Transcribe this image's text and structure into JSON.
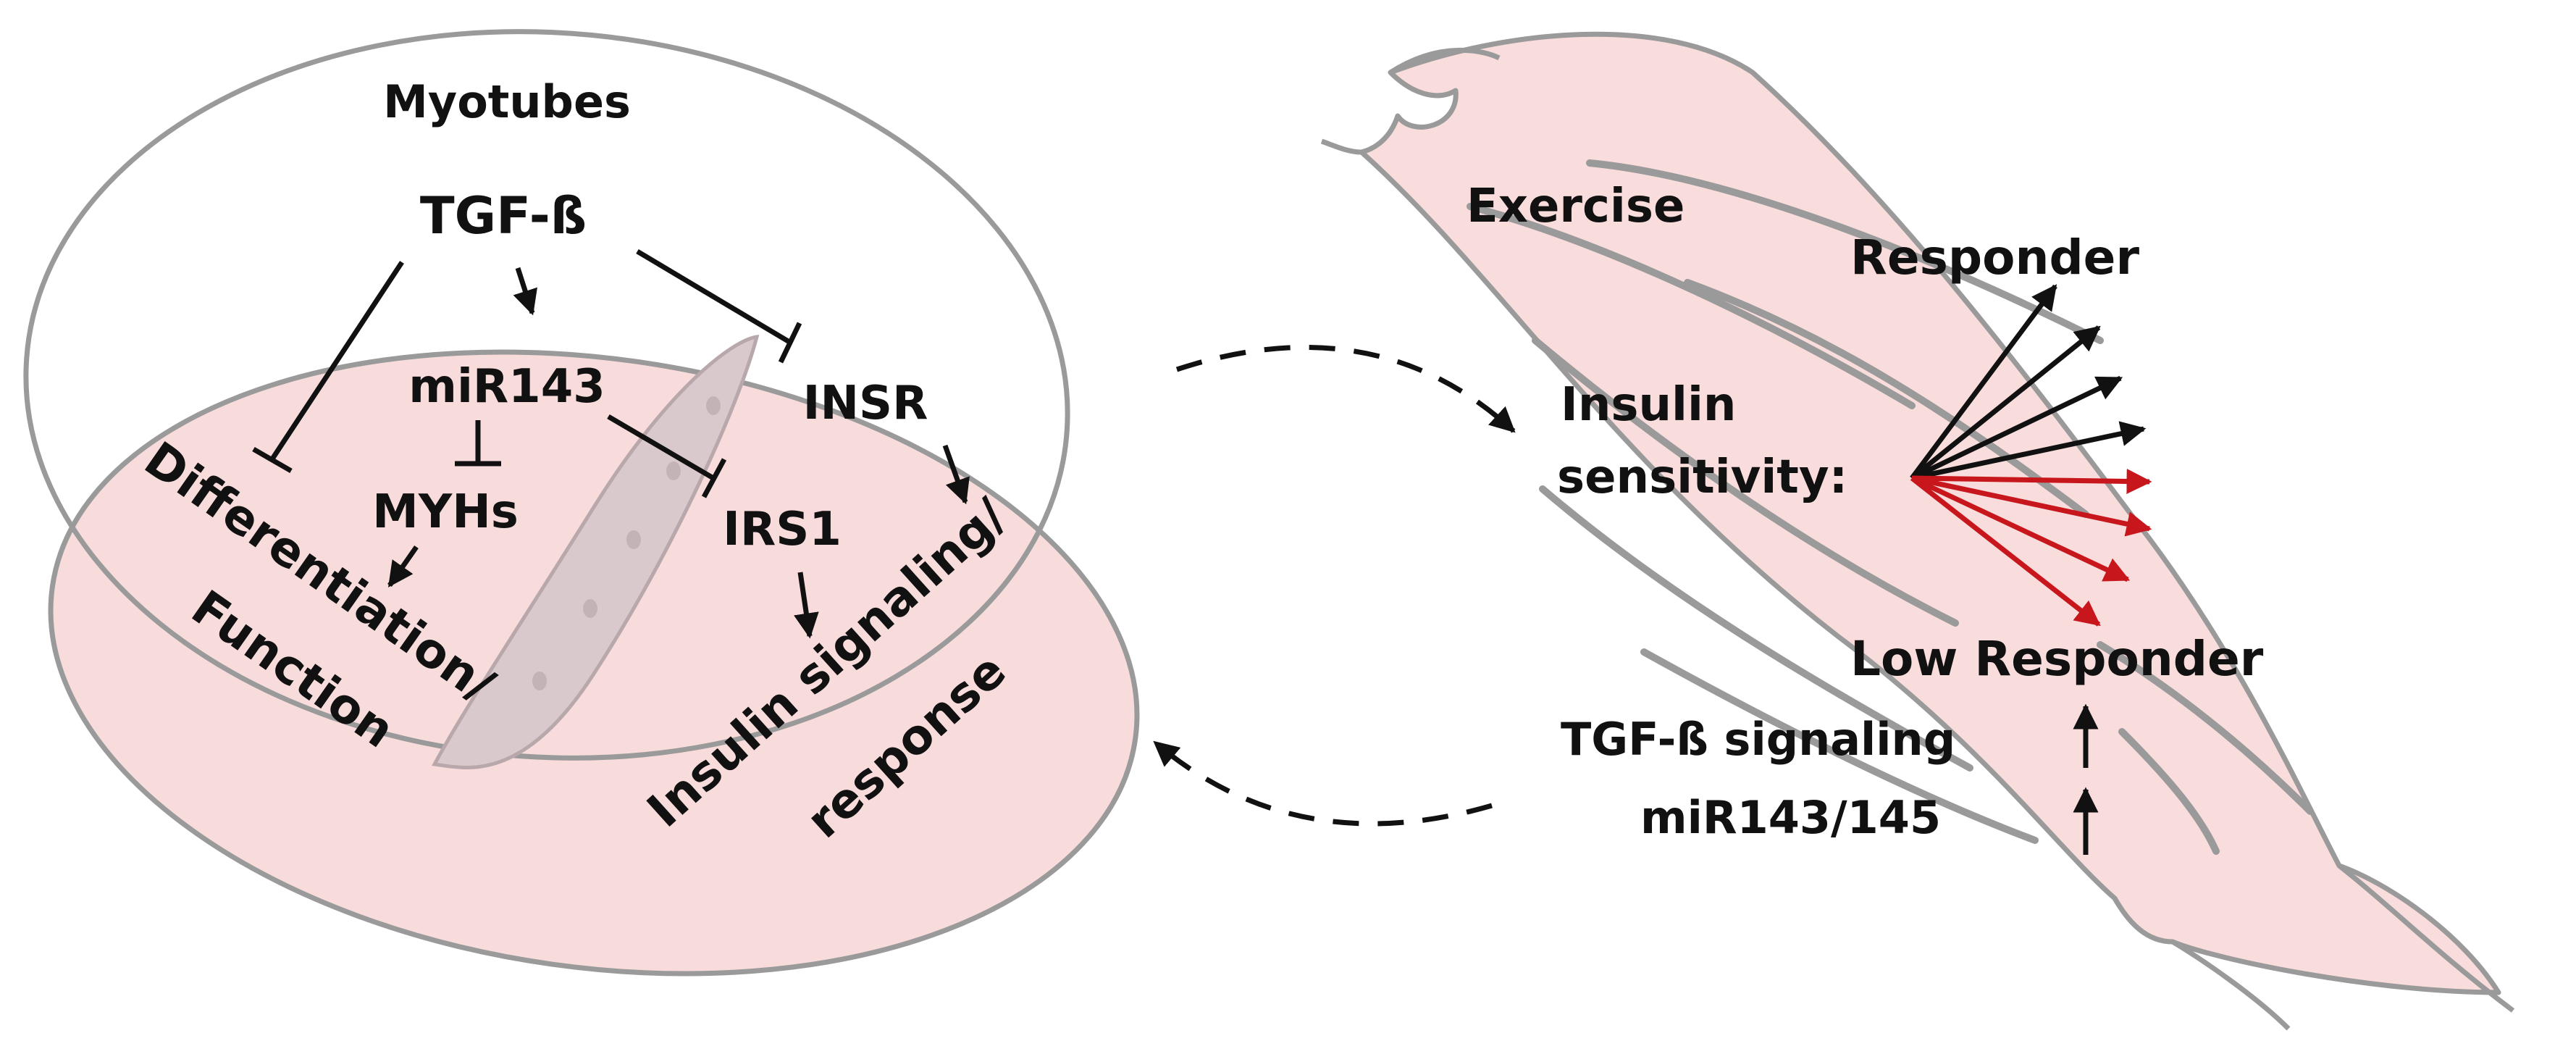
{
  "panel_left": {
    "title": "Myotubes",
    "nodes": {
      "tgfb": "TGF-ß",
      "mir143": "miR143",
      "insr": "INSR",
      "myhs": "MYHs",
      "irs1": "IRS1",
      "differentiation": "Differentiation/",
      "function": "Function",
      "insulin_signaling": "Insulin signaling/",
      "response": "response"
    }
  },
  "panel_right": {
    "exercise": "Exercise",
    "responder": "Responder",
    "insulin": "Insulin",
    "sensitivity": "sensitivity:",
    "low_responder": "Low Responder",
    "tgfb_signaling": "TGF-ß signaling",
    "mir143_145": "miR143/145"
  },
  "colors": {
    "dish_fill": "#f8dcdc",
    "muscle_fill": "#f9dcdc",
    "outline": "#9a9a9a",
    "arrow": "#111111",
    "low_arrow": "#c8161d"
  }
}
